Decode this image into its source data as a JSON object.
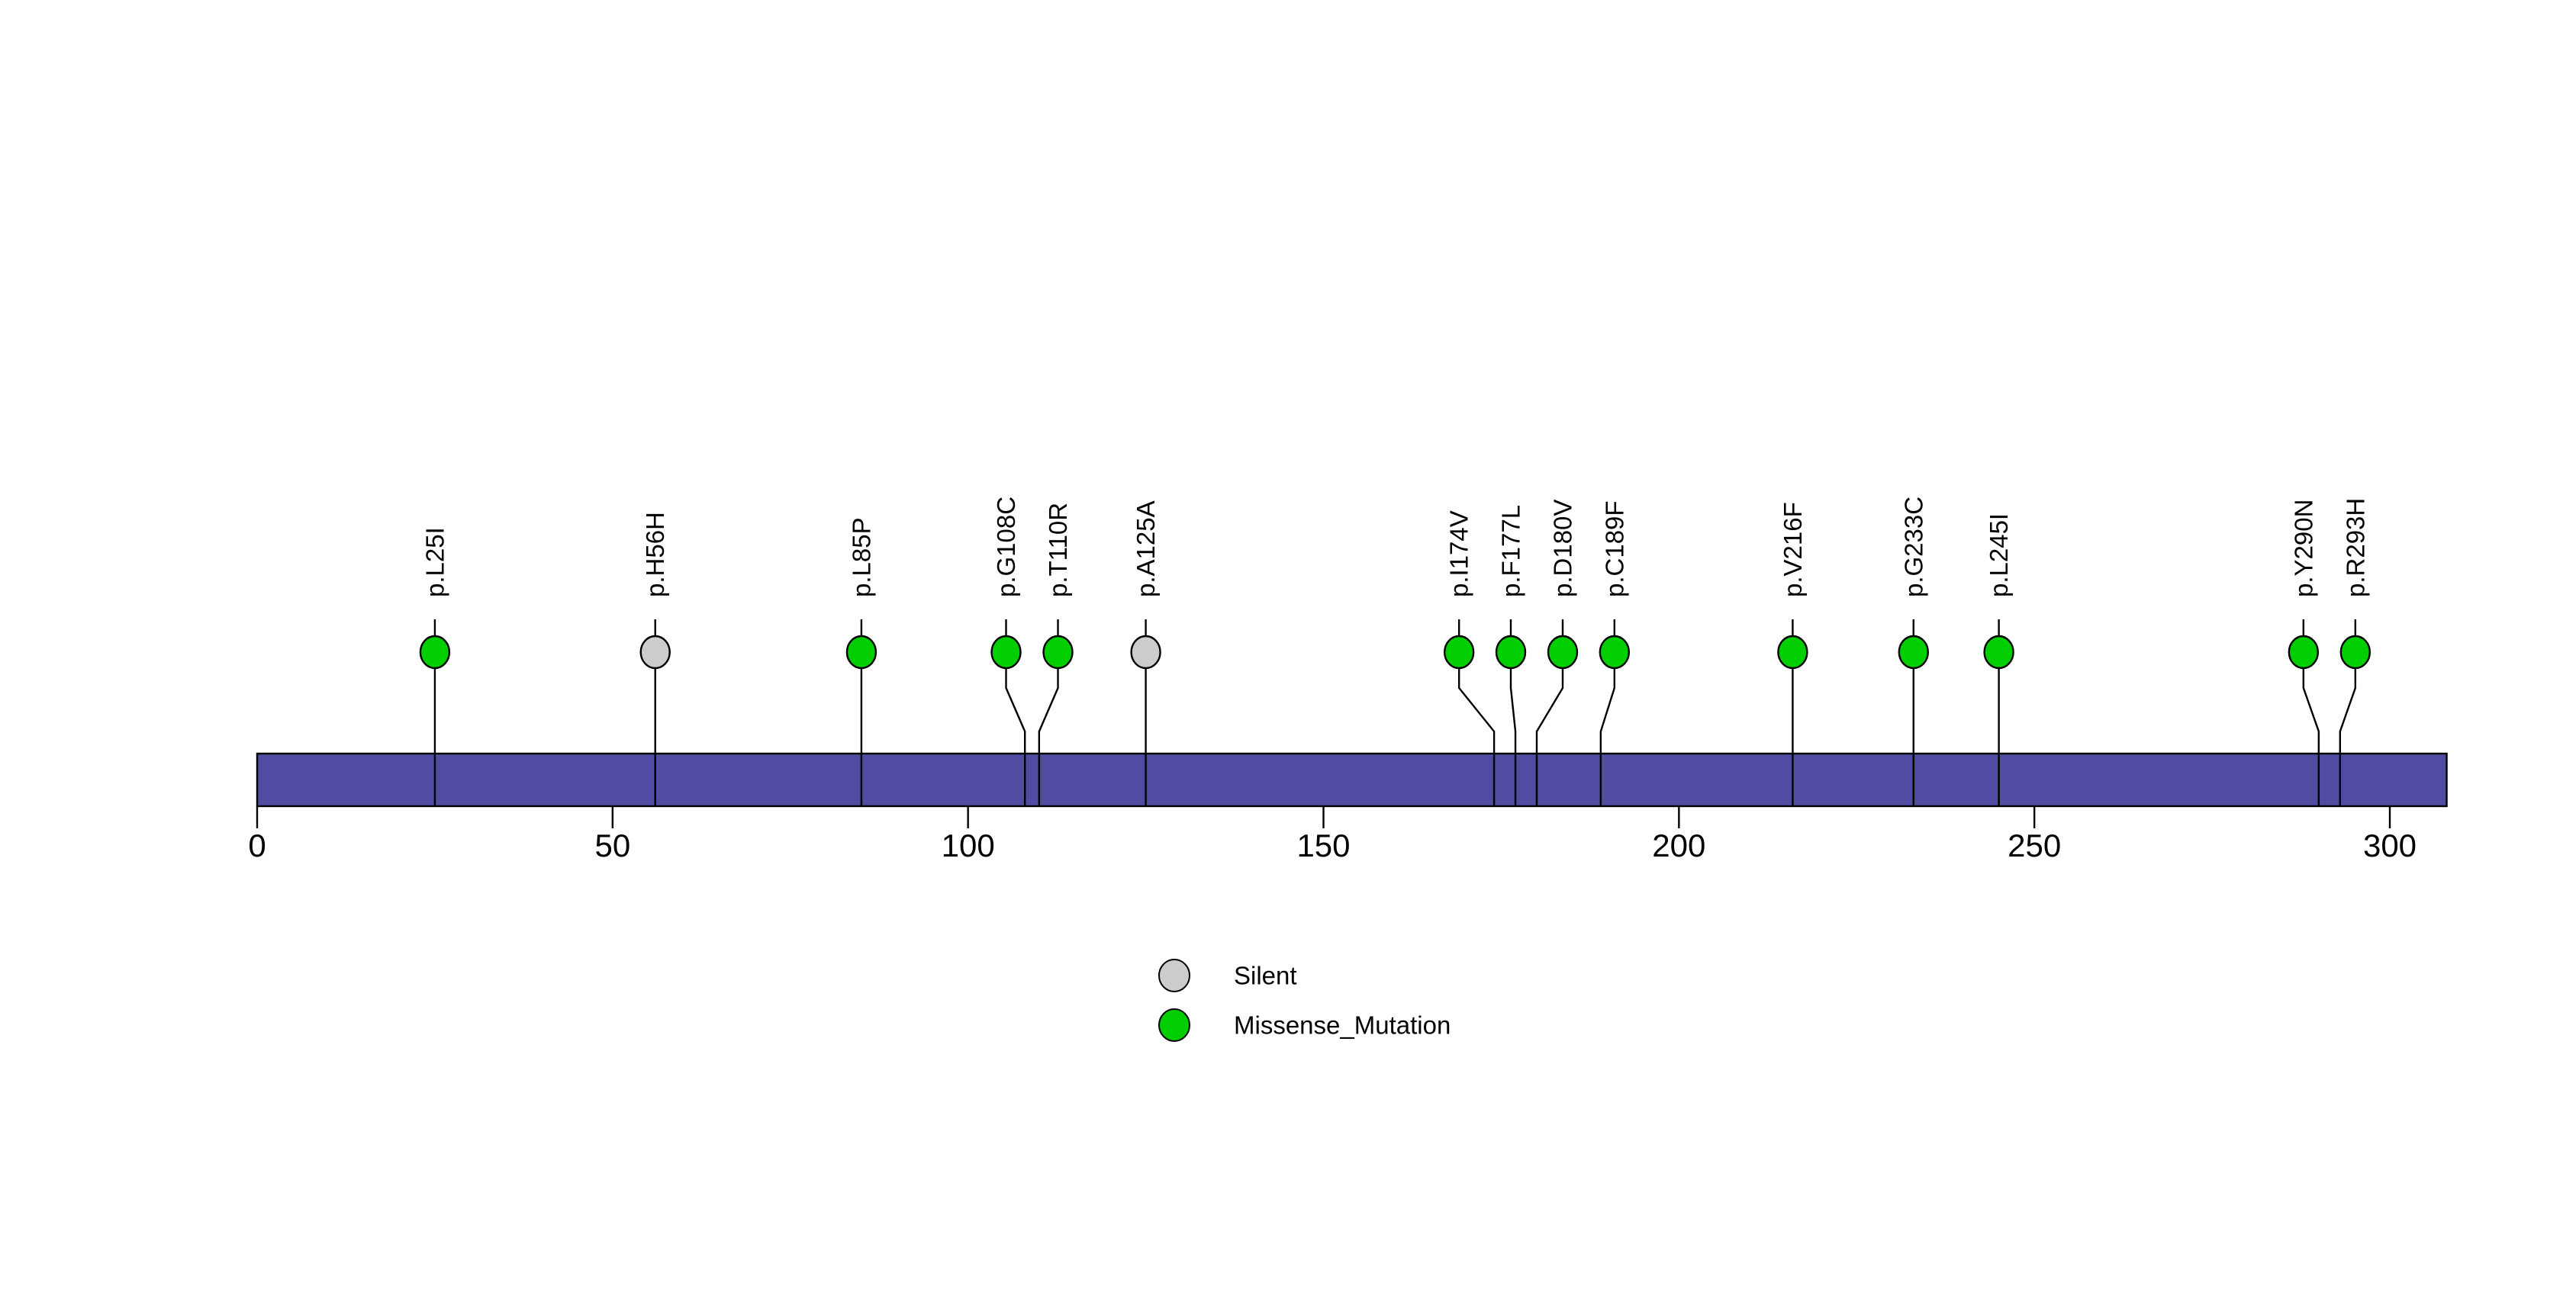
{
  "chart_data": {
    "type": "lollipop",
    "title": "",
    "xlabel": "",
    "protein_track": {
      "x_range_aa": [
        0,
        308
      ],
      "axis_ticks": [
        0,
        50,
        100,
        150,
        200,
        250,
        300
      ],
      "backbone_color": "#4F4CA1"
    },
    "mutations": [
      {
        "label": "p.L25I",
        "position": 25,
        "type": "Missense_Mutation"
      },
      {
        "label": "p.H56H",
        "position": 56,
        "type": "Silent"
      },
      {
        "label": "p.L85P",
        "position": 85,
        "type": "Missense_Mutation"
      },
      {
        "label": "p.G108C",
        "position": 108,
        "type": "Missense_Mutation"
      },
      {
        "label": "p.T110R",
        "position": 110,
        "type": "Missense_Mutation"
      },
      {
        "label": "p.A125A",
        "position": 125,
        "type": "Silent"
      },
      {
        "label": "p.I174V",
        "position": 174,
        "type": "Missense_Mutation"
      },
      {
        "label": "p.F177L",
        "position": 177,
        "type": "Missense_Mutation"
      },
      {
        "label": "p.D180V",
        "position": 180,
        "type": "Missense_Mutation"
      },
      {
        "label": "p.C189F",
        "position": 189,
        "type": "Missense_Mutation"
      },
      {
        "label": "p.V216F",
        "position": 216,
        "type": "Missense_Mutation"
      },
      {
        "label": "p.G233C",
        "position": 233,
        "type": "Missense_Mutation"
      },
      {
        "label": "p.L245I",
        "position": 245,
        "type": "Missense_Mutation"
      },
      {
        "label": "p.Y290N",
        "position": 290,
        "type": "Missense_Mutation"
      },
      {
        "label": "p.R293H",
        "position": 293,
        "type": "Missense_Mutation"
      }
    ],
    "legend": {
      "entries": [
        {
          "label": "Silent",
          "color": "#CCCCCC"
        },
        {
          "label": "Missense_Mutation",
          "color": "#00CE00"
        }
      ]
    },
    "colors": {
      "Silent": "#CCCCCC",
      "Missense_Mutation": "#00CE00",
      "backbone": "#4F4CA1",
      "stem": "#000000",
      "background": "#FFFFFF"
    }
  }
}
